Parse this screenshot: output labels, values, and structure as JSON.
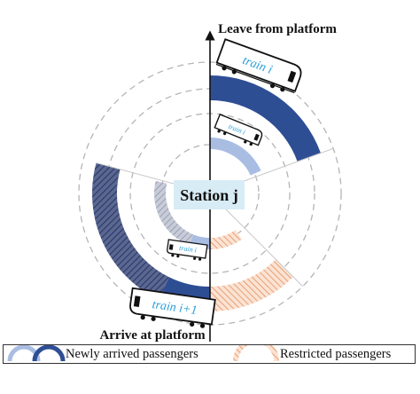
{
  "labels": {
    "leave": "Leave from platform",
    "arrive": "Arrive at platform",
    "station": "Station j"
  },
  "trains": {
    "top": "train i",
    "mid": "train i",
    "small": "train i",
    "bottom": "train i+1"
  },
  "legend": {
    "newly_arrived": "Newly arrived passengers",
    "restricted": "Restricted passengers"
  },
  "colors": {
    "dark_blue": "#2e4e94",
    "light_blue": "#a9bde3",
    "restricted_orange": "#e8a27a",
    "hatch_dark": "#3c4c78",
    "hatch_light": "#aab0c4",
    "dash_circle": "#b5b5b5",
    "train_text": "#2a9ed8"
  }
}
